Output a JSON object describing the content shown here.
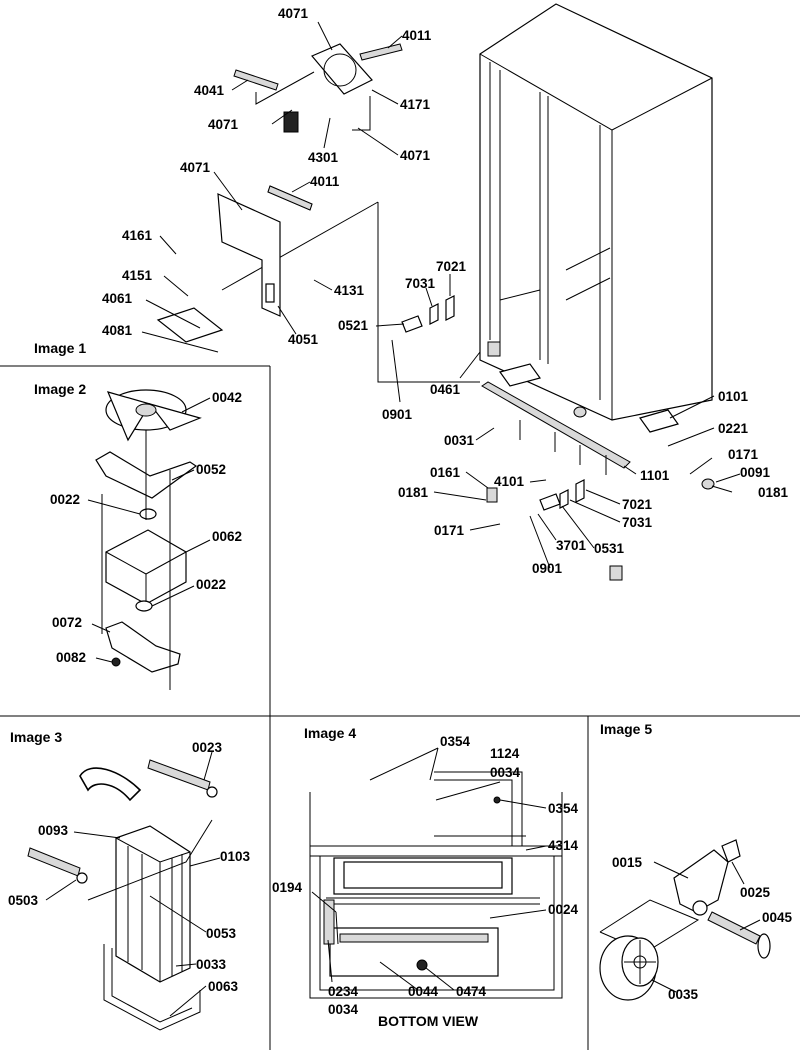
{
  "panels": {
    "image1": "Image 1",
    "image2": "Image 2",
    "image3": "Image 3",
    "image4": "Image 4",
    "image5": "Image 5"
  },
  "captions": {
    "bottom_view": "BOTTOM VIEW"
  },
  "callouts": {
    "main": [
      "4071",
      "4011",
      "4041",
      "4171",
      "4071",
      "4301",
      "4071",
      "4071",
      "4011",
      "4161",
      "4151",
      "4131",
      "4061",
      "4081",
      "4051",
      "7021",
      "7031",
      "0521",
      "0461",
      "0901",
      "0101",
      "0221",
      "0031",
      "1101",
      "0171",
      "0091",
      "0181",
      "0161",
      "4101",
      "0181",
      "7021",
      "7031",
      "0171",
      "3701",
      "0531",
      "0901"
    ],
    "image2": [
      "0042",
      "0052",
      "0022",
      "0062",
      "0022",
      "0072",
      "0082"
    ],
    "image3": [
      "0023",
      "0093",
      "0103",
      "0503",
      "0053",
      "0033",
      "0063"
    ],
    "image4": [
      "0354",
      "1124",
      "0034",
      "0354",
      "4314",
      "0194",
      "0024",
      "0234",
      "0034",
      "0044",
      "0474"
    ],
    "image5": [
      "0015",
      "0025",
      "0045",
      "0035"
    ]
  }
}
